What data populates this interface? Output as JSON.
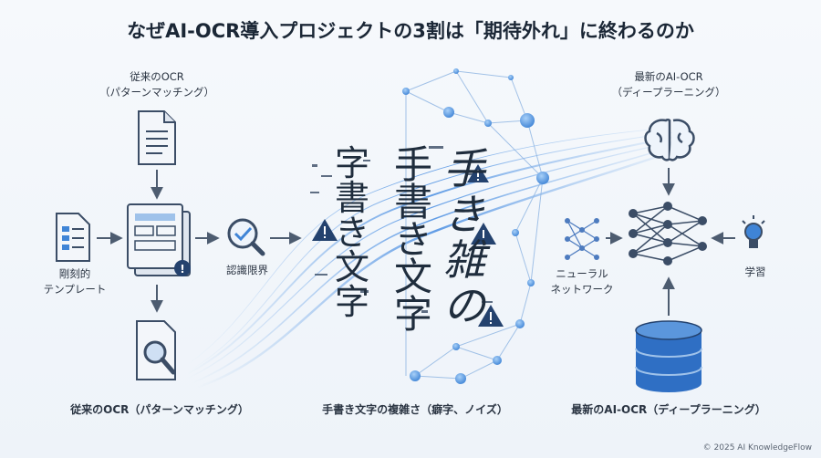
{
  "title": "なぜAI-OCR導入プロジェクトの3割は「期待外れ」に終わるのか",
  "left": {
    "heading_line1": "従来のOCR",
    "heading_line2": "（パターンマッチング）",
    "template_label_line1": "剛刻的",
    "template_label_line2": "テンプレート",
    "recognition_label": "認識限界",
    "bottom_label": "従来のOCR（パターンマッチング）"
  },
  "center": {
    "handwriting_col1": [
      "字",
      "書",
      "き",
      "文",
      "字"
    ],
    "handwriting_col2": [
      "手",
      "書",
      "き",
      "文",
      "字"
    ],
    "handwriting_col3": [
      "手",
      "き",
      "雑",
      "の"
    ],
    "bottom_label": "手書き文字の複雑さ（癖字、ノイズ）"
  },
  "right": {
    "heading_line1": "最新のAI-OCR",
    "heading_line2": "（ディープラーニング）",
    "network_label_line1": "ニューラル",
    "network_label_line2": "ネットワーク",
    "learning_label": "学習",
    "bottom_label": "最新のAI-OCR（ディープラーニング）"
  },
  "colors": {
    "accent": "#2f6fc4",
    "dark": "#3b4d66",
    "warning": "#24426e"
  },
  "copyright": "© 2025 AI KnowledgeFlow"
}
